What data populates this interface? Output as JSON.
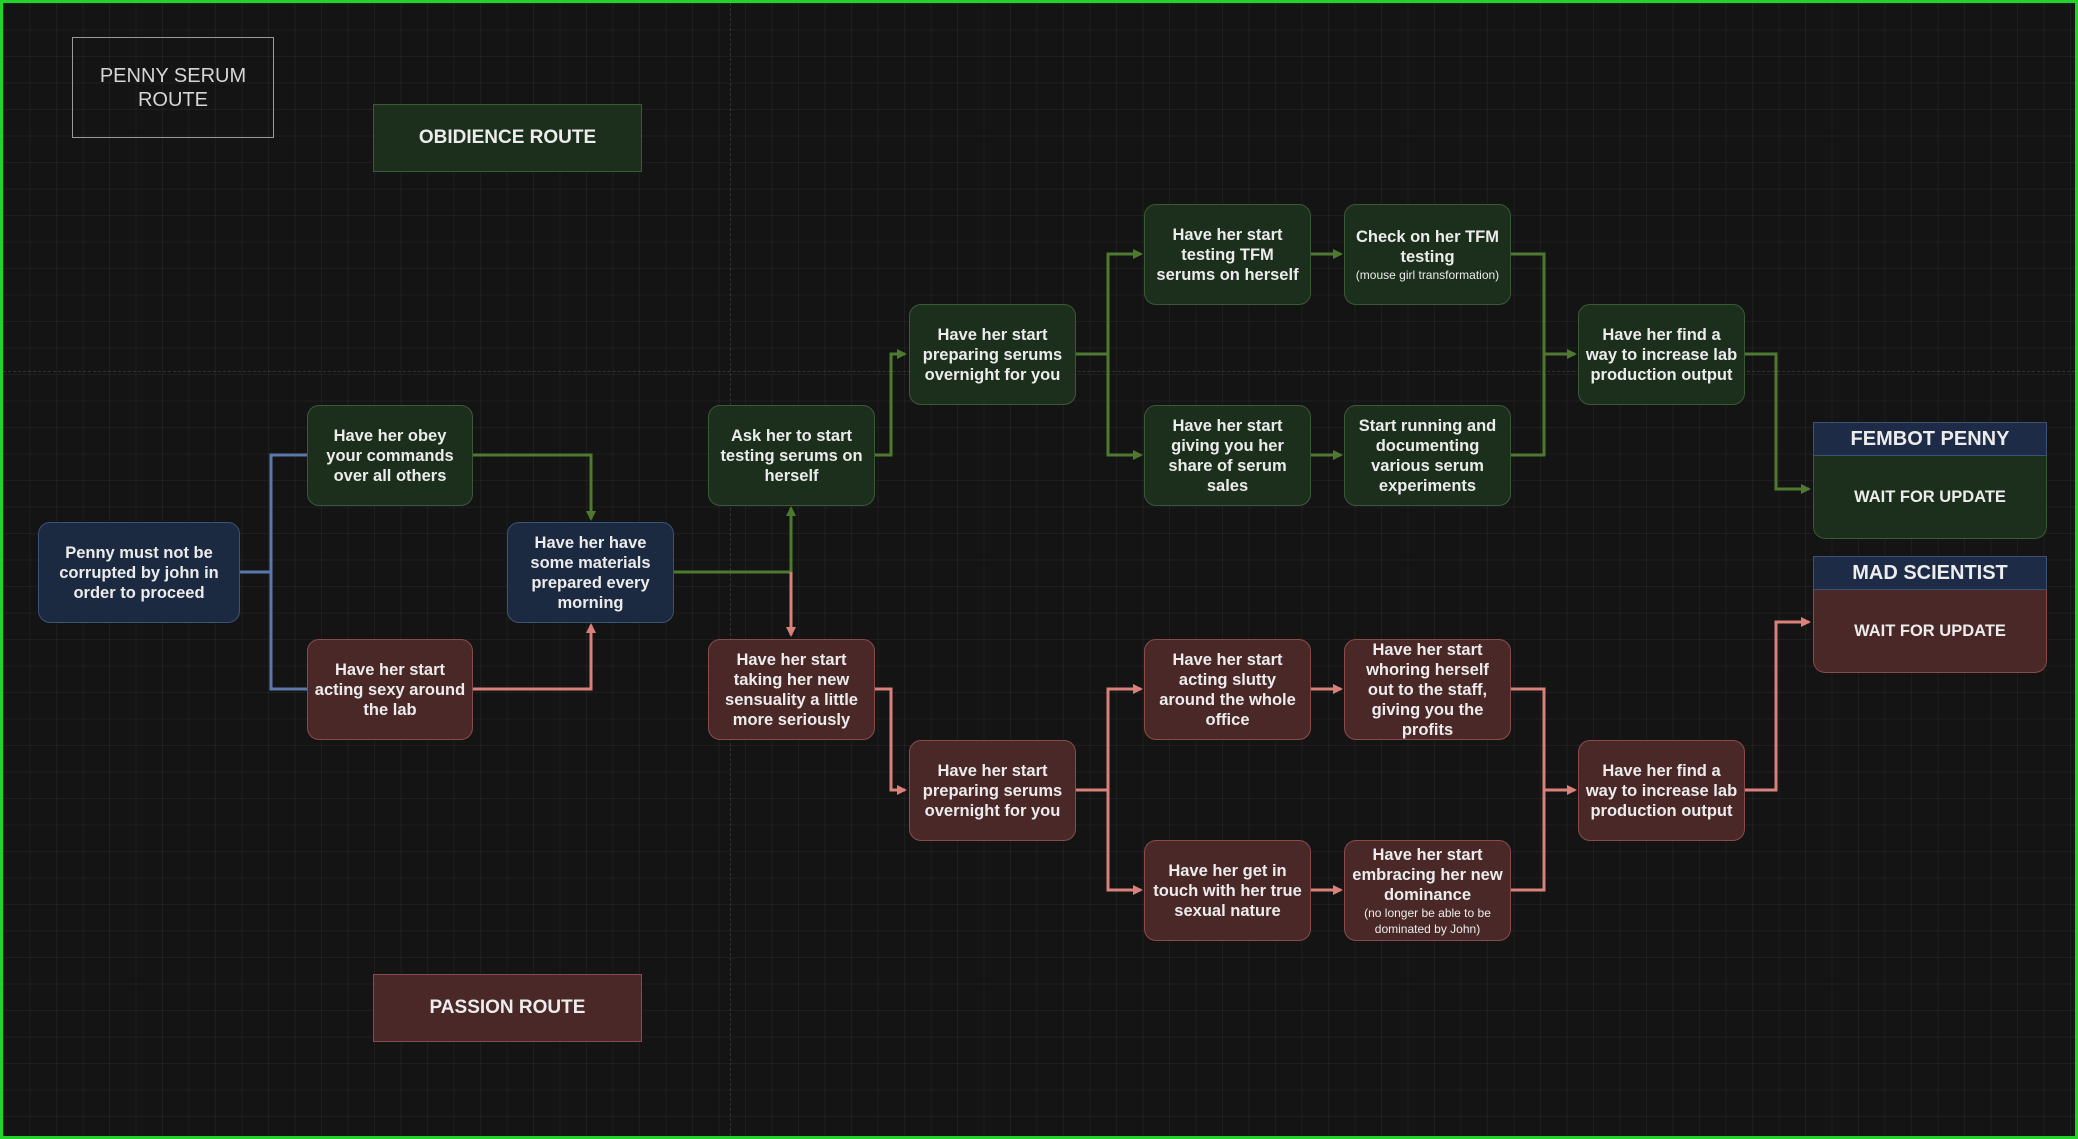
{
  "title": [
    "PENNY SERUM",
    "ROUTE"
  ],
  "routes": {
    "obidience": "OBIDIENCE ROUTE",
    "passion": "PASSION ROUTE"
  },
  "colors": {
    "green_edge": "#4e7a2f",
    "red_edge": "#d9817a",
    "blue_edge": "#5b78ab",
    "frame": "#22d32a"
  },
  "nodes": {
    "start": "Penny must not be corrupted by john in order to proceed",
    "obey": "Have her obey your commands over all others",
    "sexy": "Have her start acting sexy around the lab",
    "materials": "Have her have some materials prepared every morning",
    "ask_testing": "Ask her to start testing serums on herself",
    "sensuality": "Have her start taking her new sensuality a little more seriously",
    "green_prepare": "Have her start preparing serums overnight for you",
    "red_prepare": "Have her start preparing serums overnight for you",
    "tfm_testing": "Have her start testing TFM serums on herself",
    "share_sales": "Have her start giving you her share of serum sales",
    "check_tfm": "Check on her TFM testing",
    "check_tfm_note": "(mouse girl transformation)",
    "documenting": "Start running and documenting various serum experiments",
    "green_increase": "Have her find a way to increase lab production output",
    "slutty": "Have her start acting slutty around the whole office",
    "true_nature": "Have her get in touch with her true sexual nature",
    "whoring": "Have her start whoring herself out to the staff, giving you the profits",
    "dominance": "Have her start embracing her new dominance",
    "dominance_note": "(no longer be able to be dominated by John)",
    "red_increase": "Have her find a way to increase lab production output"
  },
  "endings": {
    "fembot": {
      "title": "FEMBOT PENNY",
      "body": "WAIT FOR UPDATE"
    },
    "mad": {
      "title": "MAD SCIENTIST",
      "body": "WAIT FOR UPDATE"
    }
  }
}
